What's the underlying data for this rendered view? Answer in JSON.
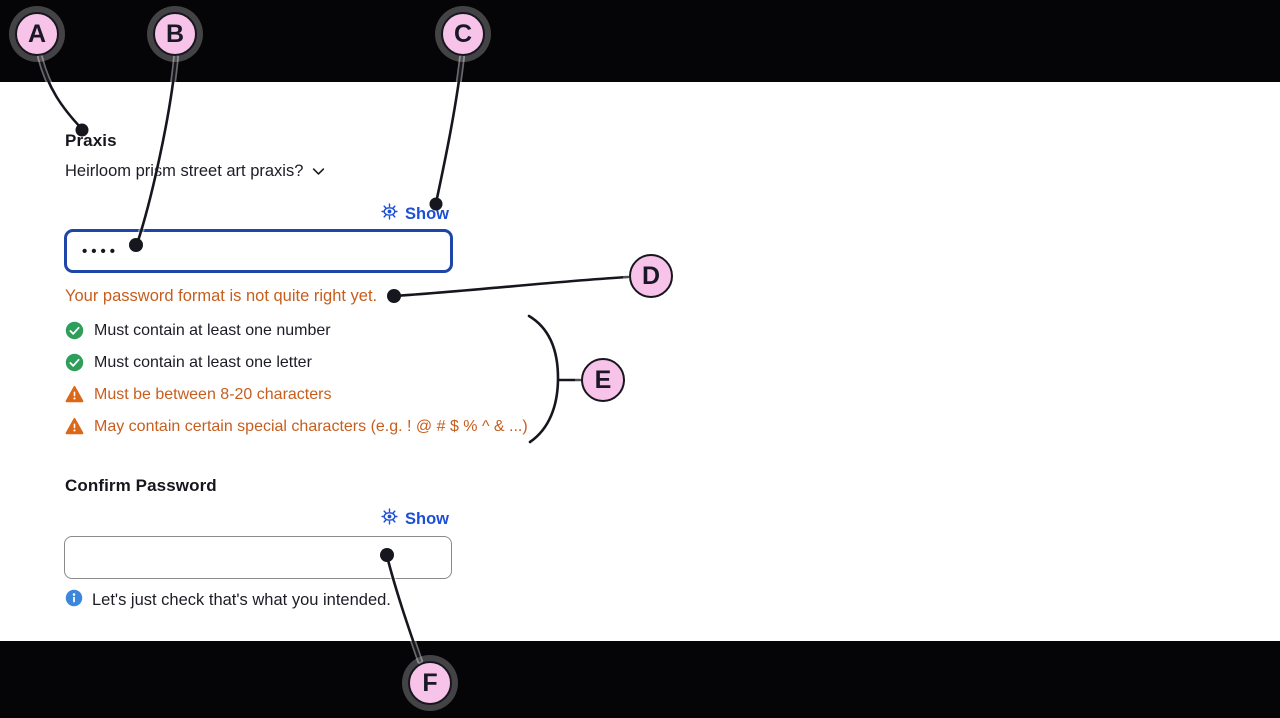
{
  "form": {
    "title": "Praxis",
    "question": "Heirloom prism street art praxis?",
    "password": {
      "show_label": "Show",
      "masked_value": "••••",
      "error": "Your password format is not quite right yet.",
      "rules": [
        {
          "status": "pass",
          "text": "Must contain at least one number"
        },
        {
          "status": "pass",
          "text": "Must contain at least one letter"
        },
        {
          "status": "fail",
          "text": "Must be between 8-20 characters"
        },
        {
          "status": "fail",
          "text": "May contain certain special characters (e.g. ! @ # $ % ^ & ...)"
        }
      ]
    },
    "confirm_password": {
      "label": "Confirm Password",
      "show_label": "Show",
      "value": "",
      "hint": "Let's just check that's what you intended."
    }
  },
  "annotations": {
    "circles": [
      {
        "label": "A"
      },
      {
        "label": "B"
      },
      {
        "label": "C"
      },
      {
        "label": "D"
      },
      {
        "label": "E"
      },
      {
        "label": "F"
      }
    ]
  },
  "icons": {
    "eye": "eye-icon",
    "chevron": "chevron-down-icon",
    "pass": "check-circle-icon",
    "fail": "warning-triangle-icon",
    "info": "info-circle-icon"
  },
  "colors": {
    "accent_blue": "#1d4fd7",
    "focus_border_blue": "#1e46a8",
    "error_orange": "#c75e1e",
    "warning_fill": "#dd6719",
    "success_green": "#2e9e5b",
    "info_blue": "#3d87db",
    "callout_pink": "#f8c3e8",
    "ink": "#16161e",
    "bar_black": "#050507"
  }
}
